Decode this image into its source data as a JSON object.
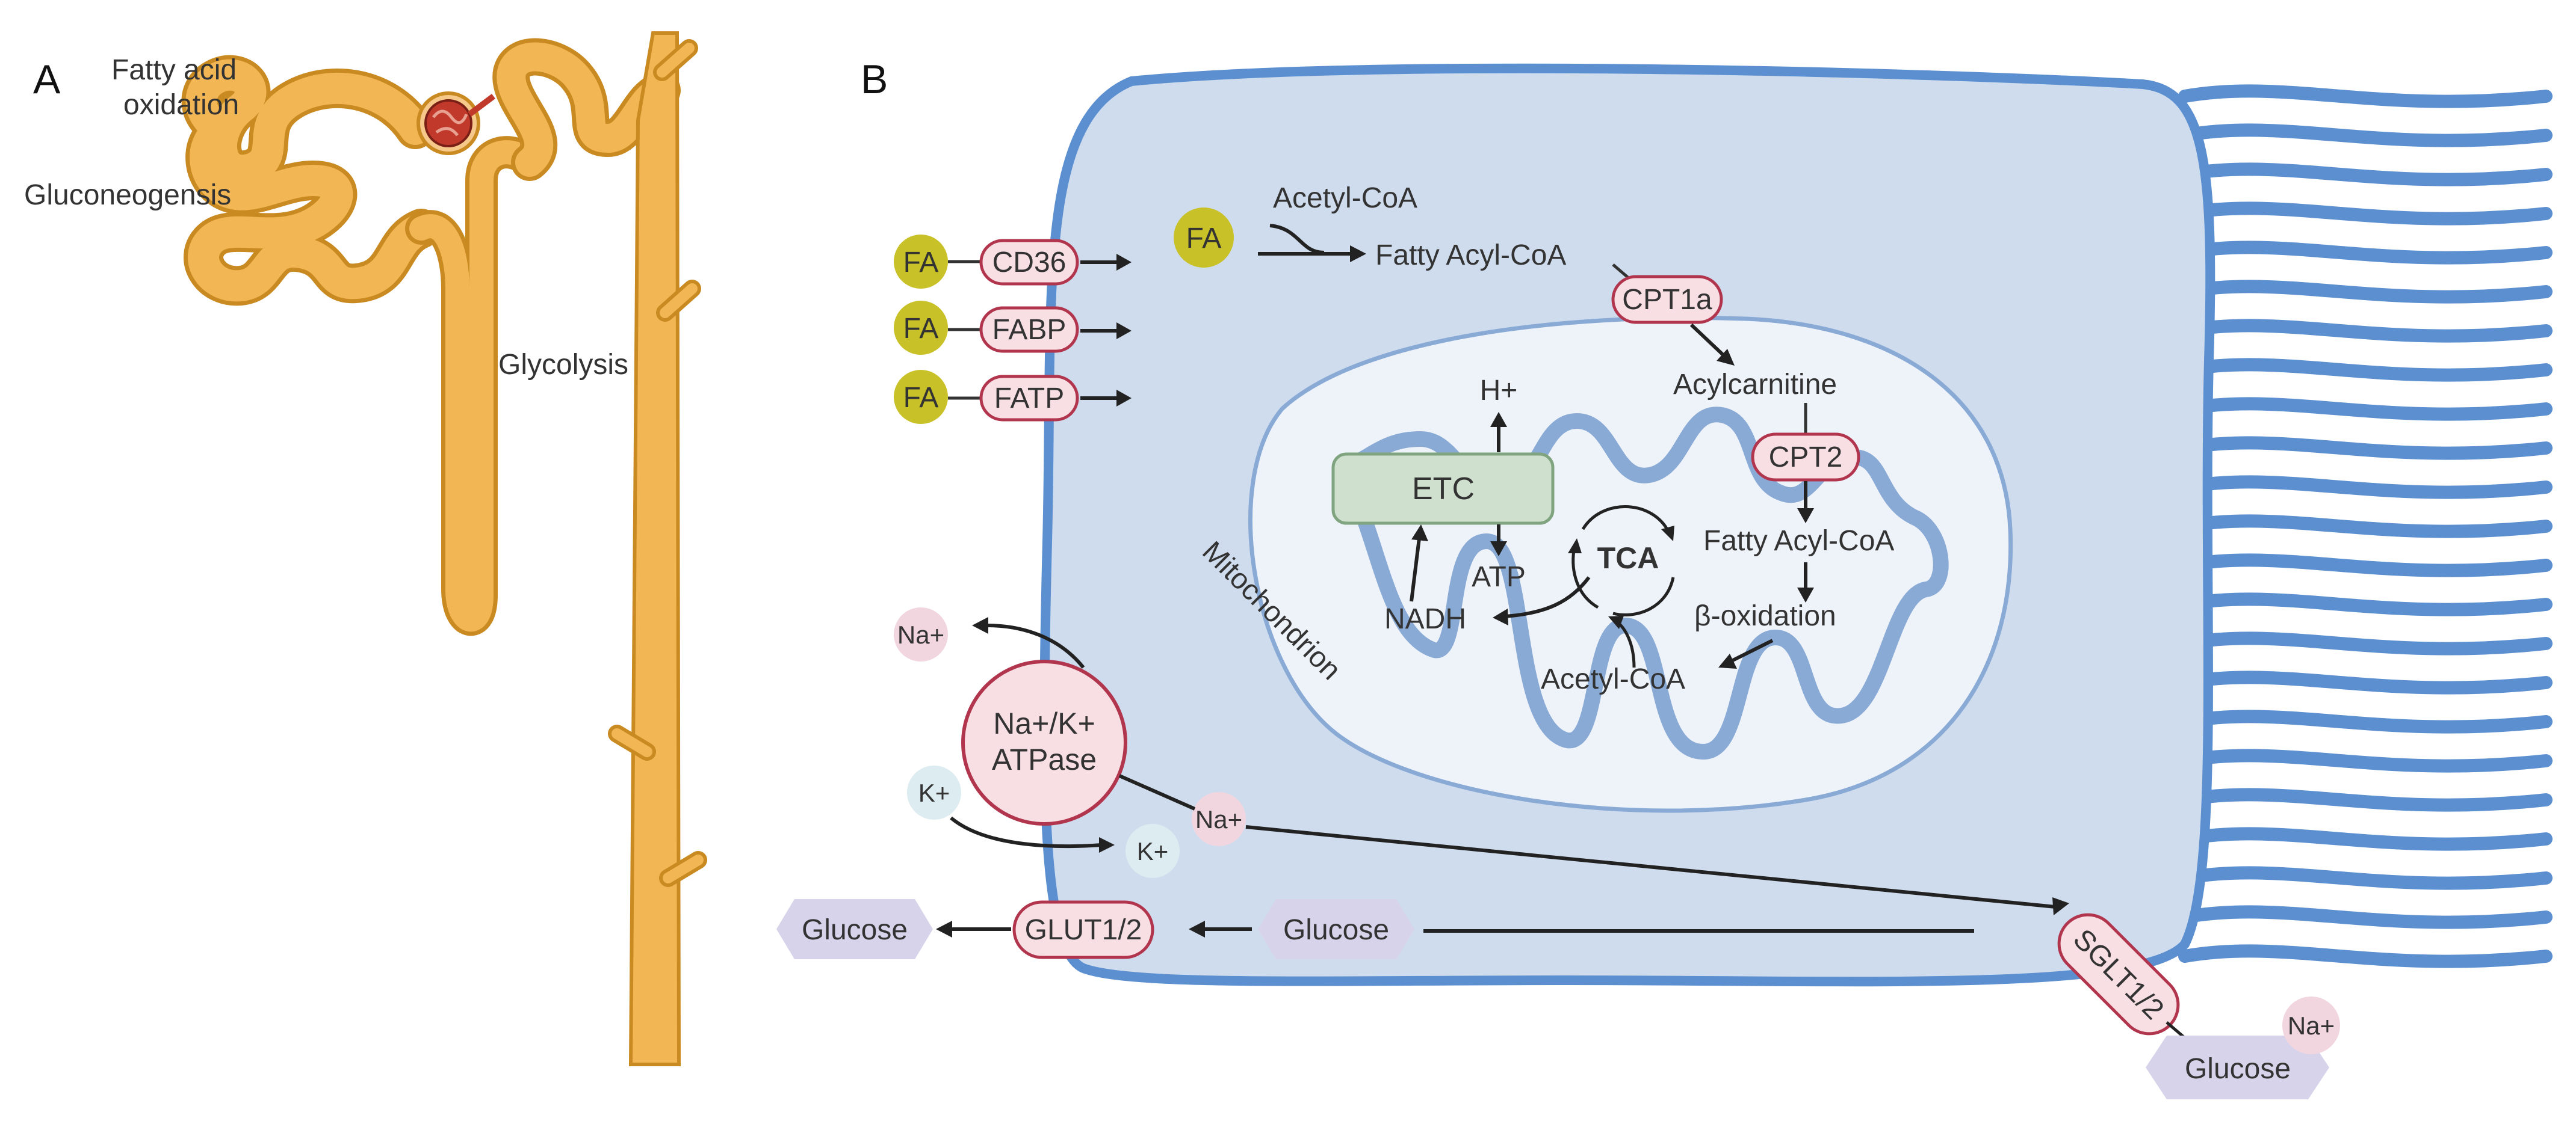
{
  "panels": {
    "a": "A",
    "b": "B"
  },
  "panel_a": {
    "fatty_acid_oxidation": [
      "Fatty acid",
      "oxidation"
    ],
    "gluconeogenesis": "Gluconeogensis",
    "glycolysis": "Glycolysis"
  },
  "cell": {
    "fa": "FA",
    "transporters": [
      "CD36",
      "FABP",
      "FATP"
    ],
    "acetyl_coa_top": "Acetyl-CoA",
    "fatty_acyl_coa": "Fatty Acyl-CoA",
    "cpt1a": "CPT1a",
    "acylcarnitine": "Acylcarnitine",
    "cpt2": "CPT2",
    "fatty_acyl_coa_mito": "Fatty Acyl-CoA",
    "beta_oxidation": "β-oxidation",
    "acetyl_coa_mito": "Acetyl-CoA",
    "tca": "TCA",
    "etc": "ETC",
    "h_plus": "H+",
    "atp": "ATP",
    "nadh": "NADH",
    "mitochondrion": "Mitochondrion",
    "na_plus": "Na+",
    "k_plus": "K+",
    "atpase": [
      "Na+/K+",
      "ATPase"
    ],
    "glucose": "Glucose",
    "glut": "GLUT1/2",
    "sglt": "SGLT1/2"
  },
  "colors": {
    "nephron": "#f2b655",
    "nephron_outline": "#c98a22",
    "glomerulus": "#c0392b",
    "cell_fill": "#cfdced",
    "cell_outline": "#5b8fd0",
    "mito_fill": "#eef3fa",
    "fa_yellow": "#c9c128",
    "pill_fill": "#f8dfe4",
    "pill_stroke": "#b2354e",
    "etc_fill": "#cfe0cf",
    "na_fill": "#f1d6e0",
    "k_fill": "#dcecf1",
    "glucose_fill": "#d7d3ea"
  }
}
